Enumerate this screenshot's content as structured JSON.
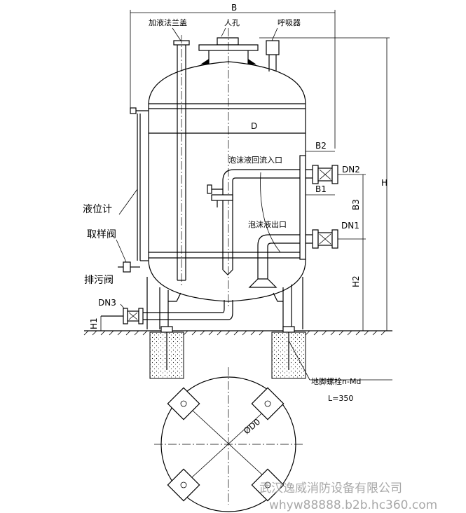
{
  "labels": {
    "add_liquid_flange_cover": "加液法兰盖",
    "manhole": "人孔",
    "breather": "呼吸器",
    "dim_b": "B",
    "dim_d": "D",
    "dim_b2": "B2",
    "dim_b1": "B1",
    "dim_b3": "B3",
    "dim_h": "H",
    "dim_h1": "H1",
    "dim_h2": "H2",
    "dn2": "DN2",
    "dn1": "DN1",
    "dn3": "DN3",
    "foam_return_inlet": "泡沫液回流入口",
    "foam_outlet": "泡沫液出口",
    "level_gauge": "液位计",
    "sampling_valve": "取样阀",
    "drain_valve": "排污阀",
    "anchor_bolt": "地脚螺栓n-Md",
    "bolt_length": "L=350",
    "base_diameter": "ØD0"
  },
  "watermark": {
    "company": "武汉逸威消防设备有限公司",
    "url": "whyw88888.b2b.hc360.com"
  },
  "colors": {
    "line": "#000000",
    "background": "#ffffff",
    "watermark": "#9a9a9a"
  }
}
